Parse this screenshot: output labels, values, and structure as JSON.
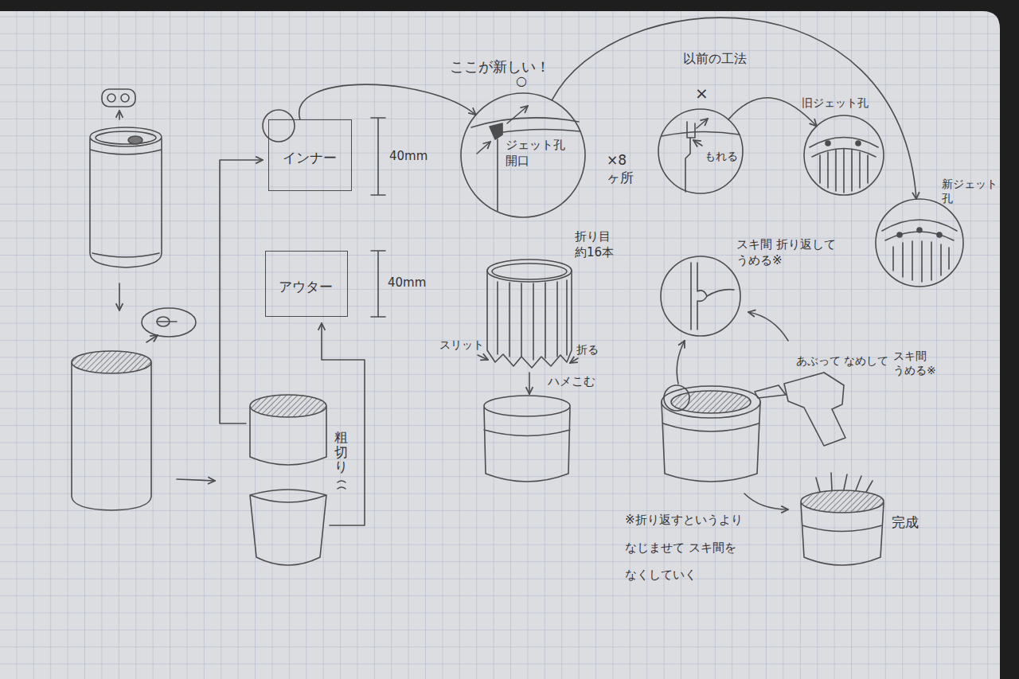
{
  "diagram": {
    "nodes": [
      {
        "text": [
          "インナー"
        ]
      },
      {
        "text": [
          "アウター"
        ]
      },
      {
        "text": [
          "ジェット孔 開口"
        ]
      },
      {
        "text": [
          "もれる"
        ]
      },
      {
        "text": [
          "旧ジェット孔"
        ]
      },
      {
        "text": [
          "新ジェット孔"
        ]
      }
    ],
    "edges": [
      {
        "from": 0,
        "to": 2,
        "arrow": "to"
      },
      {
        "from": 2,
        "to": 5,
        "arrow": "to"
      },
      {
        "from": 3,
        "to": 4,
        "arrow": "to"
      }
    ],
    "labels": [
      "40mm",
      "40mm",
      "粗切り",
      "ここが新しい！",
      "○",
      "×8 ヶ所",
      "以前の工法",
      "×",
      "折り目 約16本",
      "スリット",
      "折る",
      "ハメこむ",
      "スキ間 折り返して うめる※",
      "あぶって なめして",
      "スキ間 うめる※",
      "※折り返すというより なじませて スキ間を なくしていく",
      "完成"
    ]
  }
}
